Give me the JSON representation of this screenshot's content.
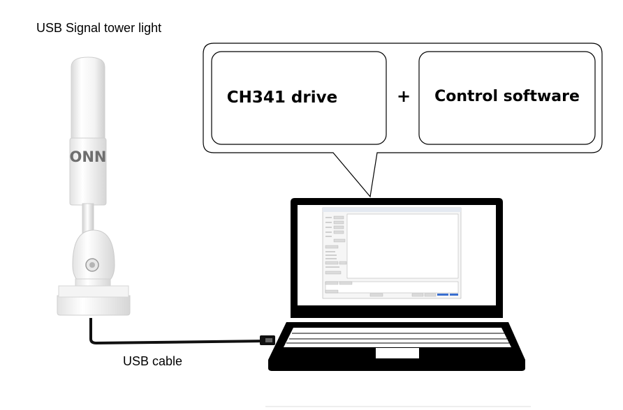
{
  "labels": {
    "device": "USB Signal tower light",
    "cable": "USB cable"
  },
  "tower": {
    "brand": "ONN"
  },
  "callout": {
    "left_box": "CH341 drive",
    "operator": "+",
    "right_box": "Control software"
  }
}
